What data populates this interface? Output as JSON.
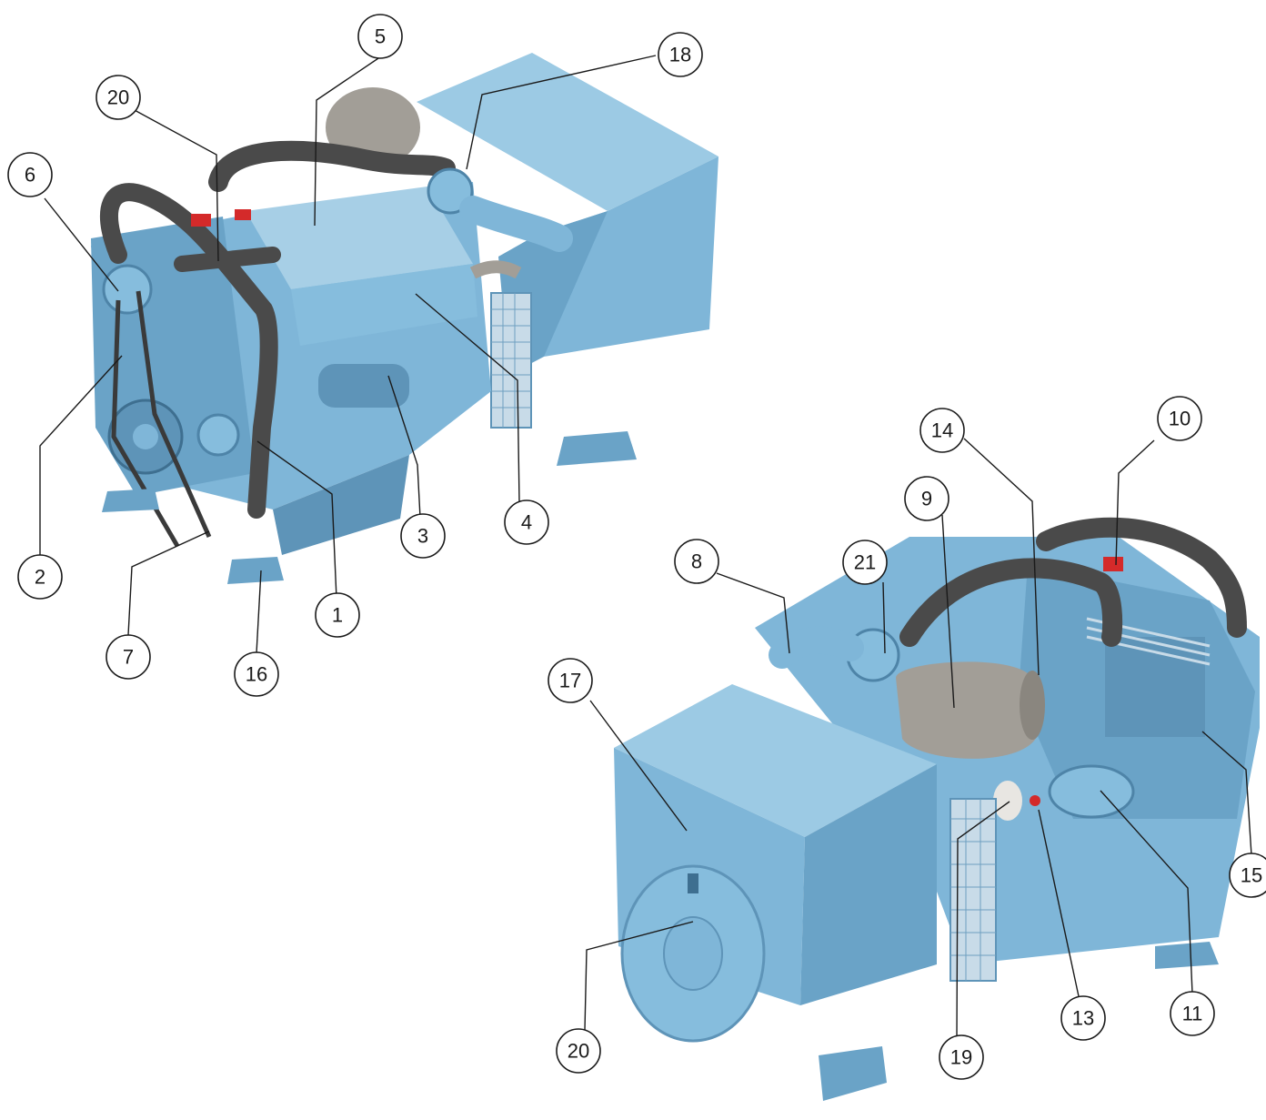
{
  "diagram": {
    "colors": {
      "engine_body": "#7fb6d8",
      "engine_shadow": "#5e94b8",
      "engine_light": "#a7cfe6",
      "hose": "#4a4a4a",
      "filter": "#a29e97",
      "red_cap": "#d42a2a",
      "line": "#1a1a1a"
    },
    "callouts_view_a": [
      {
        "label": "1"
      },
      {
        "label": "2"
      },
      {
        "label": "3"
      },
      {
        "label": "4"
      },
      {
        "label": "5"
      },
      {
        "label": "6"
      },
      {
        "label": "7"
      },
      {
        "label": "16"
      },
      {
        "label": "18"
      },
      {
        "label": "20"
      }
    ],
    "callouts_view_b": [
      {
        "label": "8"
      },
      {
        "label": "9"
      },
      {
        "label": "10"
      },
      {
        "label": "11"
      },
      {
        "label": "13"
      },
      {
        "label": "14"
      },
      {
        "label": "15"
      },
      {
        "label": "17"
      },
      {
        "label": "19"
      },
      {
        "label": "20"
      },
      {
        "label": "21"
      }
    ]
  }
}
